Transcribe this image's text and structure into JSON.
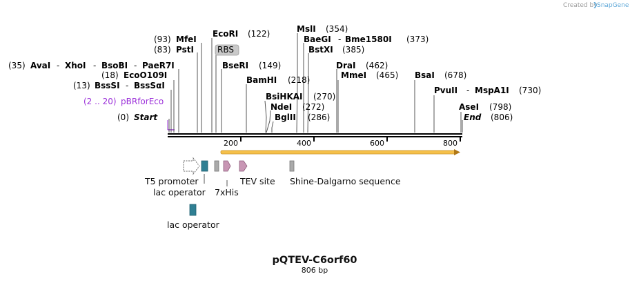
{
  "credit": {
    "prefix": "Created by",
    "brand": "SnapGene"
  },
  "map": {
    "name": "pQTEV-C6orf60",
    "length_label": "806 bp"
  },
  "ticks": [
    "200",
    "400",
    "600",
    "800"
  ],
  "rbs_label": "RBS",
  "enzymes": {
    "msli": {
      "pos": "(354)",
      "name": "MslI"
    },
    "baegi": {
      "name": "BaeGI"
    },
    "bme": {
      "name": "Bme1580I",
      "pos": "(373)"
    },
    "bstxi": {
      "name": "BstXI",
      "pos": "(385)"
    },
    "mfei": {
      "pos": "(93)",
      "name": "MfeI"
    },
    "psti": {
      "pos": "(83)",
      "name": "PstI"
    },
    "ecori": {
      "name": "EcoRI",
      "pos": "(122)"
    },
    "ava": {
      "pos": "(35)",
      "name": "AvaI"
    },
    "xhoi": {
      "name": "XhoI"
    },
    "bsobi": {
      "name": "BsoBI"
    },
    "paer7i": {
      "name": "PaeR7I"
    },
    "bseri": {
      "name": "BseRI",
      "pos": "(149)"
    },
    "drai": {
      "name": "DraI",
      "pos": "(462)"
    },
    "eco": {
      "pos": "(18)",
      "name": "EcoO109I"
    },
    "mmei": {
      "name": "MmeI",
      "pos": "(465)"
    },
    "bsai": {
      "name": "BsaI",
      "pos": "(678)"
    },
    "bamhi": {
      "name": "BamHI",
      "pos": "(218)"
    },
    "bsssi": {
      "pos": "(13)",
      "name": "BssSI"
    },
    "bssaI": {
      "name": "BssSαI"
    },
    "pvuii": {
      "name": "PvuII"
    },
    "mspa1i": {
      "name": "MspA1I",
      "pos": "(730)"
    },
    "bsihkai": {
      "name": "BsiHKAI",
      "pos": "(270)"
    },
    "ndei": {
      "name": "NdeI",
      "pos": "(272)"
    },
    "asei": {
      "name": "AseI",
      "pos": "(798)"
    },
    "bglii": {
      "name": "BglII",
      "pos": "(286)"
    }
  },
  "primer": {
    "range": "(2 .. 20)",
    "name": "pBRforEco"
  },
  "start": {
    "pos": "(0)",
    "label": "Start"
  },
  "end": {
    "label": "End",
    "pos": "(806)"
  },
  "features": {
    "t5": "T5 promoter",
    "lac1": "lac operator",
    "his": "7xHis",
    "tev": "TEV site",
    "sd": "Shine-Dalgarno sequence",
    "lac2": "lac operator"
  },
  "colors": {
    "orf": "#f5c04a",
    "orf_edge": "#b07818",
    "primer": "#9b30d9",
    "lac": "#2f7f93",
    "his": "#aaaaaa",
    "tev": "#c896b4",
    "rbs_fill": "#c9c9c9"
  }
}
